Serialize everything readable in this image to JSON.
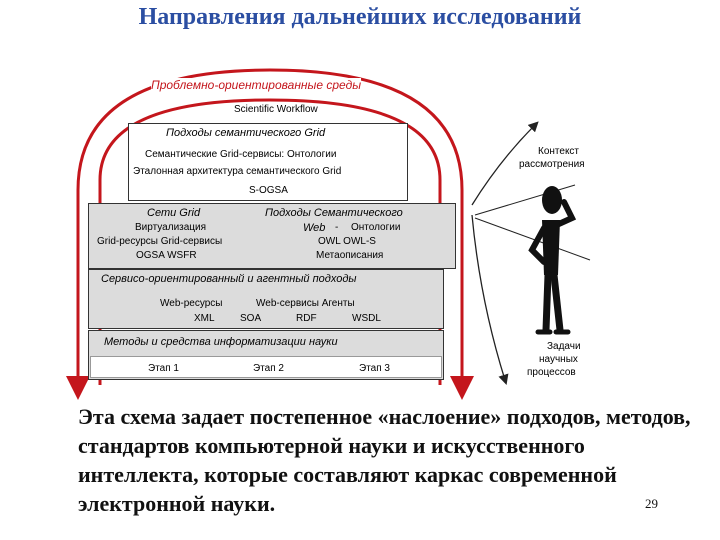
{
  "title": "Направления дальнейших исследований",
  "diagram": {
    "problem_envs": "Проблемно-ориентированные среды",
    "sci_workflow": "Scientific Workflow",
    "semantic_grid_approaches": "Подходы семантического  Grid",
    "semantic_grid_services": "Семантические Grid-сервисы: Онтологии",
    "reference_architecture": "Эталонная архитектура  семантического Grid",
    "sogsa": "S-OGSA",
    "grid_networks": "Сети Grid",
    "semantic_approaches": "Подходы Семантического",
    "virtualization": "Виртуализация",
    "web": "Web",
    "ontologies": "Онтологии",
    "grid_resources": "Grid-ресурсы  Grid-сервисы",
    "owl": "OWL   OWL-S",
    "ogsa": "OGSA    WSFR",
    "metadescriptions": "Метаописания",
    "service_agent": "Сервисо-ориентированный и агентный подходы",
    "web_resources": "Web-ресурсы",
    "web_services_agents": "Web-сервисы  Агенты",
    "xml": "XML",
    "soa": "SOA",
    "rdf": "RDF",
    "wsdl": "WSDL",
    "methods": "Методы и средства информатизации науки",
    "stage1": "Этап 1",
    "stage2": "Этап 2",
    "stage3": "Этап 3",
    "context_line1": "Контекст",
    "context_line2": "рассмотрения",
    "tasks_line1": "Задачи",
    "tasks_line2": "научных",
    "tasks_line3": "процессов",
    "dash": "-"
  },
  "caption": "Эта схема задает постепенное «наслоение» подходов, методов, стандартов компьютерной науки и искусственного интеллекта, которые составляют каркас современной электронной науки.",
  "page_number": "29",
  "colors": {
    "title": "#2b4ea2",
    "arch": "#c4161c",
    "box_gray": "#dcdcdc",
    "box_white": "#ffffff"
  },
  "icons": {
    "figure": "thinking-figure-icon"
  }
}
